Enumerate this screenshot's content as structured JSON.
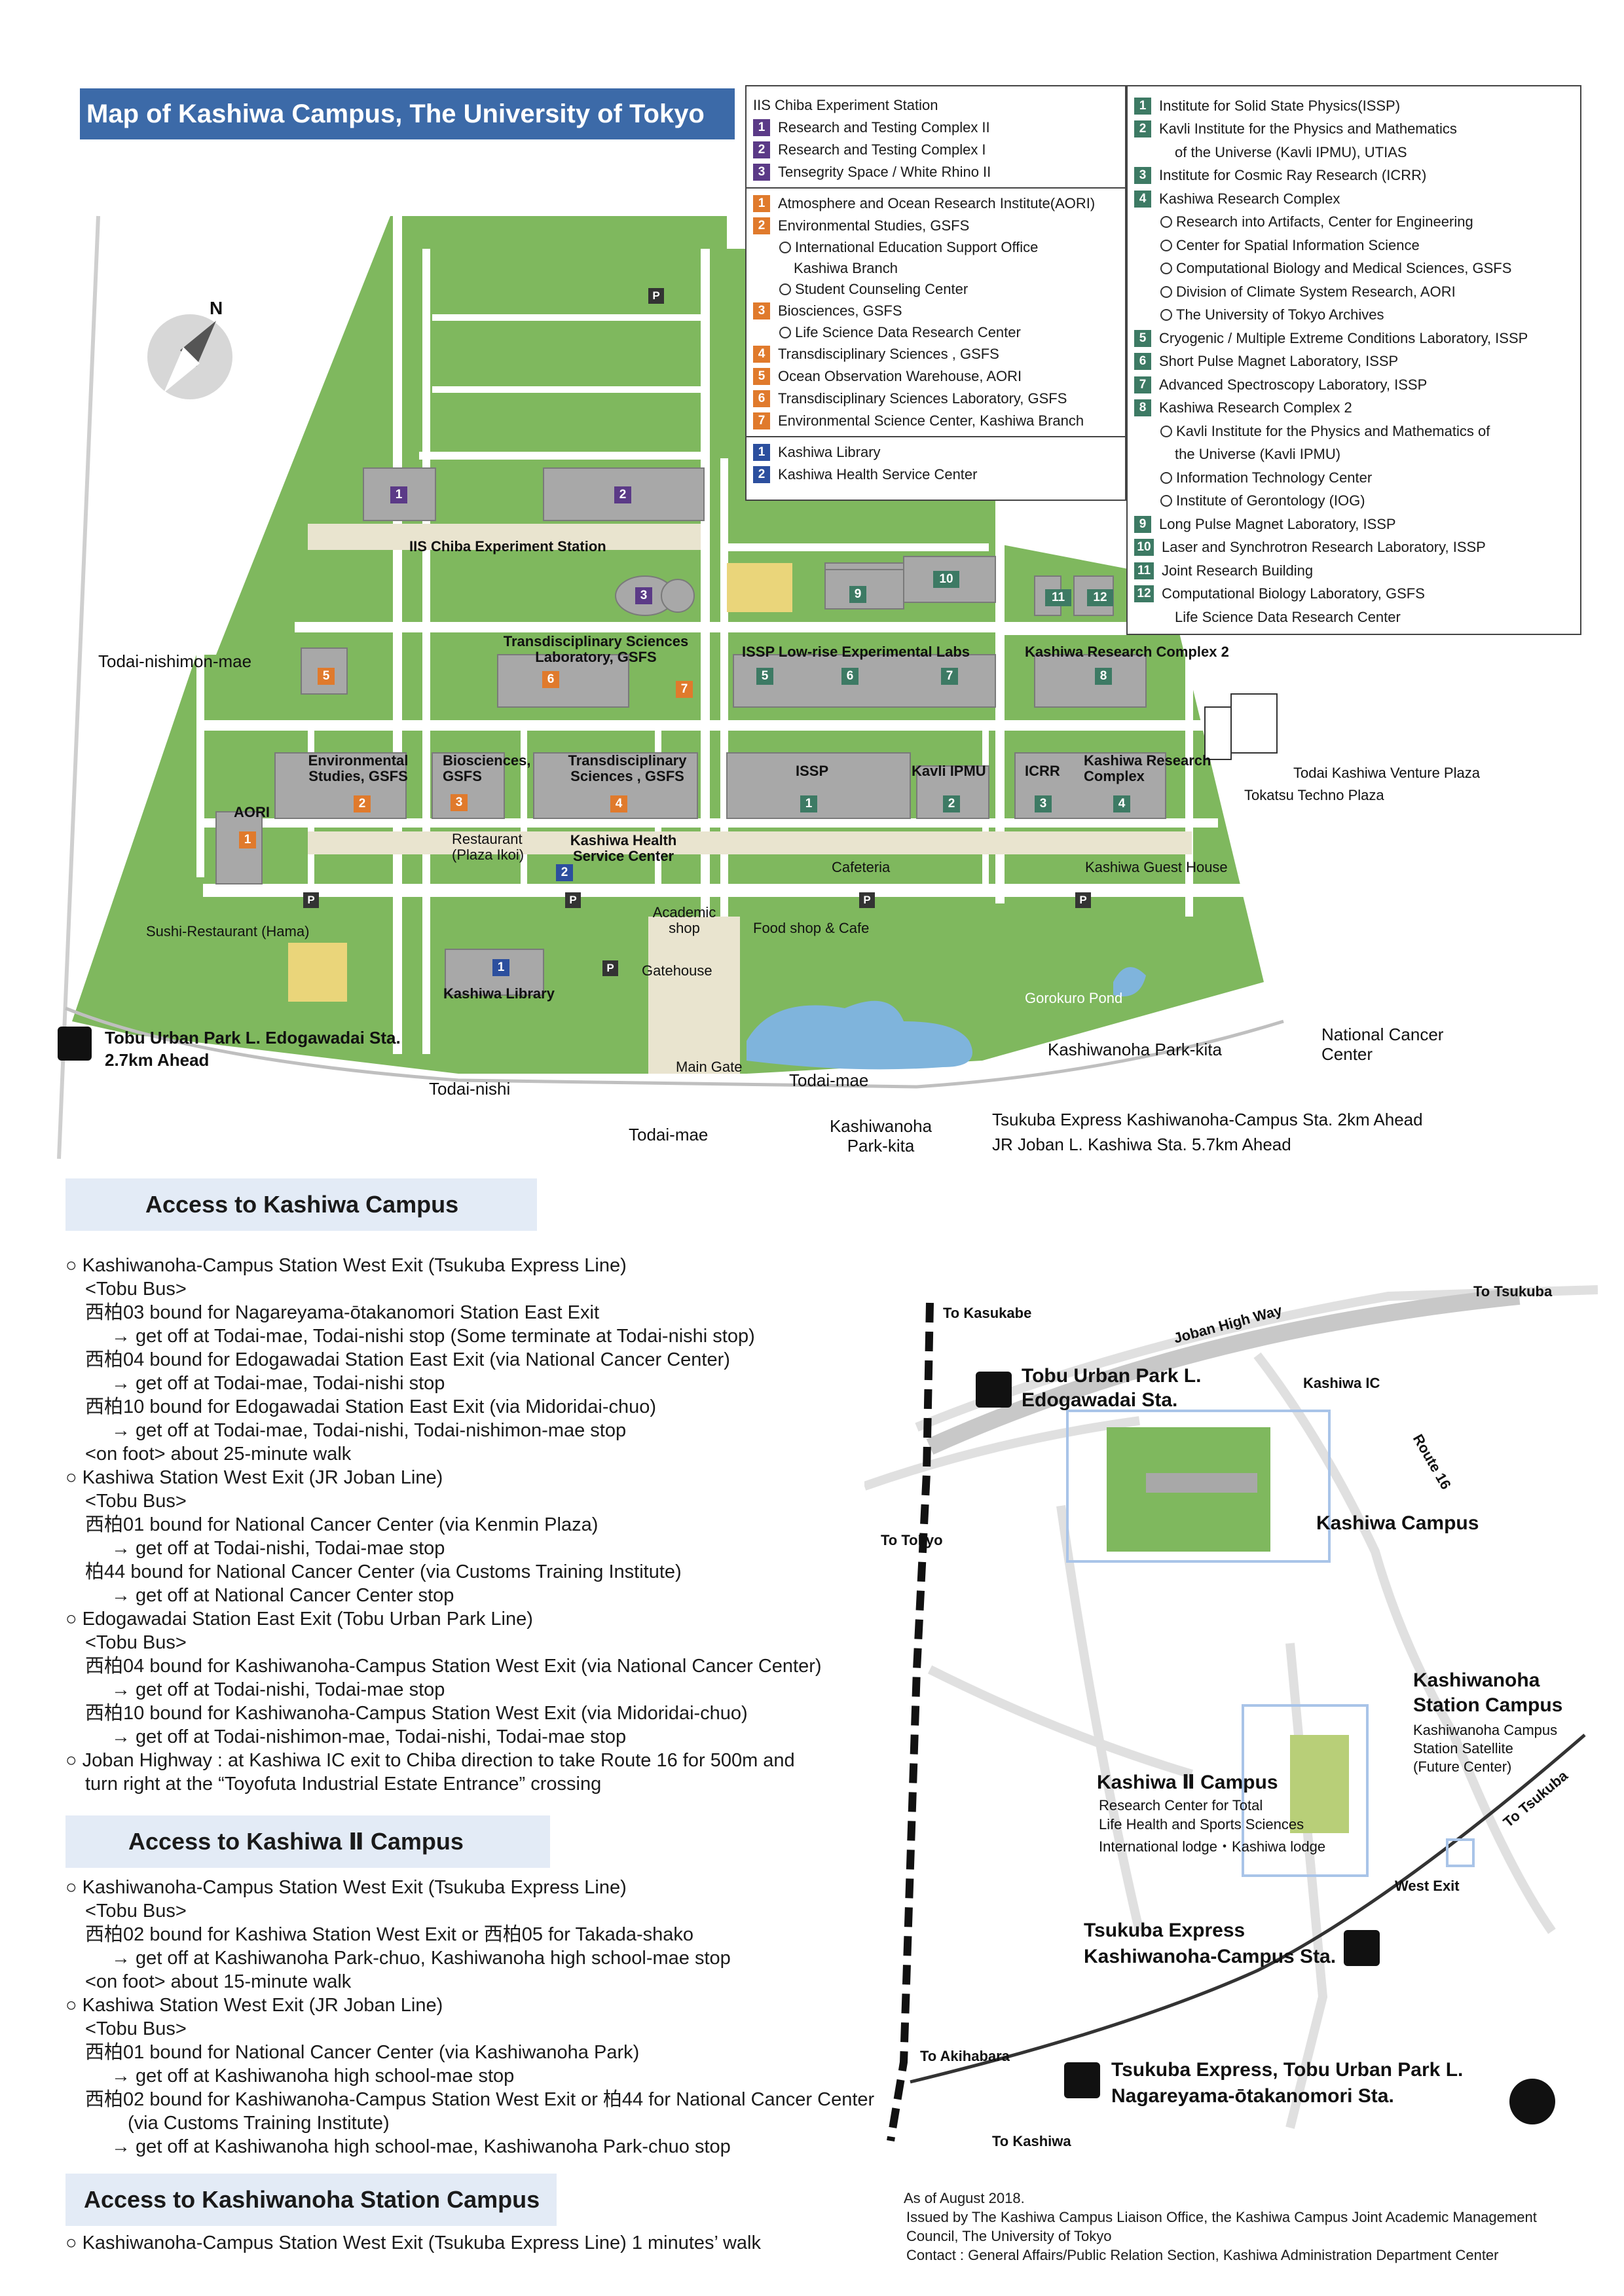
{
  "title": "Map of Kashiwa Campus, The University of Tokyo",
  "colors": {
    "grass": "#7fb85e",
    "road": "#ffffff",
    "building": "#a8a8a8",
    "purple": "#5b3a87",
    "orange": "#e07a2c",
    "green": "#3d7a64",
    "blue": "#2c4f9e",
    "water": "#7fb4dc"
  },
  "legend_left": {
    "header": "IIS Chiba Experiment Station",
    "iis": [
      {
        "n": "1",
        "label": "Research and Testing Complex II"
      },
      {
        "n": "2",
        "label": "Research and Testing Complex I"
      },
      {
        "n": "3",
        "label": "Tensegrity Space / White Rhino II"
      }
    ],
    "gsfs": [
      {
        "n": "1",
        "label": "Atmosphere and Ocean Research Institute(AORI)"
      },
      {
        "n": "2",
        "label": "Environmental Studies, GSFS"
      },
      {
        "sub": "International Education Support Office"
      },
      {
        "plain": "Kashiwa Branch"
      },
      {
        "sub": "Student Counseling Center"
      },
      {
        "n": "3",
        "label": "Biosciences, GSFS"
      },
      {
        "sub": "Life Science Data Research Center"
      },
      {
        "n": "4",
        "label": "Transdisciplinary Sciences , GSFS"
      },
      {
        "n": "5",
        "label": "Ocean Observation Warehouse, AORI"
      },
      {
        "n": "6",
        "label": "Transdisciplinary Sciences Laboratory, GSFS"
      },
      {
        "n": "7",
        "label": "Environmental Science Center, Kashiwa Branch"
      }
    ],
    "library": [
      {
        "n": "1",
        "label": "Kashiwa Library"
      },
      {
        "n": "2",
        "label": "Kashiwa Health Service Center"
      }
    ]
  },
  "legend_right": [
    {
      "n": "1",
      "label": "Institute for Solid State Physics(ISSP)"
    },
    {
      "n": "2",
      "label": "Kavli Institute for the Physics and Mathematics"
    },
    {
      "plain": "of the Universe (Kavli IPMU), UTIAS"
    },
    {
      "n": "3",
      "label": "Institute for Cosmic Ray Research (ICRR)"
    },
    {
      "n": "4",
      "label": "Kashiwa Research Complex"
    },
    {
      "sub": "Research into Artifacts, Center for Engineering"
    },
    {
      "sub": "Center for Spatial Information Science"
    },
    {
      "sub": "Computational Biology and Medical Sciences, GSFS"
    },
    {
      "sub": "Division of Climate System Research, AORI"
    },
    {
      "sub": "The University of Tokyo Archives"
    },
    {
      "n": "5",
      "label": "Cryogenic / Multiple Extreme Conditions Laboratory, ISSP"
    },
    {
      "n": "6",
      "label": "Short Pulse Magnet Laboratory, ISSP"
    },
    {
      "n": "7",
      "label": "Advanced Spectroscopy Laboratory, ISSP"
    },
    {
      "n": "8",
      "label": "Kashiwa Research Complex 2"
    },
    {
      "sub": "Kavli Institute for the Physics and Mathematics of"
    },
    {
      "plain": "the Universe (Kavli IPMU)"
    },
    {
      "sub": "Information Technology Center"
    },
    {
      "sub": "Institute of Gerontology (IOG)"
    },
    {
      "n": "9",
      "label": "Long Pulse Magnet Laboratory, ISSP"
    },
    {
      "n": "10",
      "label": "Laser and Synchrotron Research Laboratory, ISSP"
    },
    {
      "n": "11",
      "label": "Joint Research Building"
    },
    {
      "n": "12",
      "label": "Computational Biology Laboratory, GSFS"
    },
    {
      "plain": "Life Science Data Research Center"
    }
  ],
  "map": {
    "iis_label": "IIS Chiba Experiment Station",
    "tsl_label": "Transdisciplinary Sciences Laboratory, GSFS",
    "issp_low": "ISSP Low-rise Experimental Labs",
    "krc2": "Kashiwa Research Complex 2",
    "env": "Environmental Studies, GSFS",
    "bio": "Biosciences, GSFS",
    "trans": "Transdisciplinary Sciences , GSFS",
    "issp": "ISSP",
    "kavli": "Kavli IPMU",
    "icrr": "ICRR",
    "krc": "Kashiwa Research Complex",
    "aori": "AORI",
    "restaurant": "Restaurant (Plaza Ikoi)",
    "health": "Kashiwa Health Service Center",
    "cafeteria": "Cafeteria",
    "guesthouse": "Kashiwa Guest House",
    "sushi": "Sushi-Restaurant (Hama)",
    "academic": "Academic shop",
    "foodshop": "Food shop & Cafe",
    "library": "Kashiwa Library",
    "gatehouse": "Gatehouse",
    "pond": "Gorokuro Pond",
    "maingate": "Main Gate",
    "venture": "Todai Kashiwa Venture Plaza",
    "tokatsu": "Tokatsu Techno Plaza",
    "nishimon": "Todai-nishimon-mae",
    "nishi": "Todai-nishi",
    "todaimae": "Todai-mae",
    "todaimae2": "Todai-mae",
    "parkkita1": "Kashiwanoha Park-kita",
    "parkkita2": "Kashiwanoha Park-kita",
    "cancer": "National Cancer Center",
    "edogawadai": "Tobu Urban Park L. Edogawadai Sta.",
    "edogawadai_dist": "2.7km Ahead",
    "tx": "Tsukuba Express Kashiwanoha-Campus Sta. 2km Ahead",
    "jr": "JR Joban L. Kashiwa Sta. 5.7km Ahead",
    "north": "N",
    "parking": "P"
  },
  "access_kashiwa": {
    "heading": "Access to Kashiwa Campus",
    "lines": [
      {
        "t": "○ Kashiwanoha-Campus Station West Exit (Tsukuba Express Line)",
        "i": 0
      },
      {
        "t": "<Tobu Bus>",
        "i": 1
      },
      {
        "t": "西柏03 bound for Nagareyama-ōtakanomori Station East Exit",
        "i": 1
      },
      {
        "t": "→ get off at Todai-mae, Todai-nishi stop (Some terminate at Todai-nishi stop)",
        "i": 2
      },
      {
        "t": "西柏04 bound for Edogawadai Station East Exit (via National Cancer Center)",
        "i": 1
      },
      {
        "t": "→ get off at Todai-mae, Todai-nishi stop",
        "i": 2
      },
      {
        "t": "西柏10 bound for Edogawadai Station East Exit (via Midoridai-chuo)",
        "i": 1
      },
      {
        "t": "→ get off at Todai-mae, Todai-nishi, Todai-nishimon-mae stop",
        "i": 2
      },
      {
        "t": "<on foot> about 25-minute walk",
        "i": 1
      },
      {
        "t": "○ Kashiwa Station West Exit (JR Joban Line)",
        "i": 0
      },
      {
        "t": "<Tobu Bus>",
        "i": 1
      },
      {
        "t": "西柏01 bound for National Cancer Center (via Kenmin Plaza)",
        "i": 1
      },
      {
        "t": "→ get off at Todai-nishi, Todai-mae stop",
        "i": 2
      },
      {
        "t": "柏44 bound for National Cancer Center (via Customs Training Institute)",
        "i": 1
      },
      {
        "t": "→ get off at National Cancer Center stop",
        "i": 2
      },
      {
        "t": "○ Edogawadai Station East Exit (Tobu Urban Park Line)",
        "i": 0
      },
      {
        "t": "<Tobu Bus>",
        "i": 1
      },
      {
        "t": "西柏04 bound for Kashiwanoha-Campus Station West Exit (via National Cancer Center)",
        "i": 1
      },
      {
        "t": "→ get off at Todai-nishi, Todai-mae stop",
        "i": 2
      },
      {
        "t": "西柏10 bound for Kashiwanoha-Campus Station West Exit (via Midoridai-chuo)",
        "i": 1
      },
      {
        "t": "→ get off at Todai-nishimon-mae, Todai-nishi, Todai-mae stop",
        "i": 2
      },
      {
        "t": "○ Joban Highway : at Kashiwa IC exit to Chiba direction to take Route 16 for 500m and",
        "i": 0
      },
      {
        "t": "turn right at the “Toyofuta Industrial Estate Entrance” crossing",
        "i": 1
      }
    ]
  },
  "access_kashiwa2": {
    "heading": "Access to Kashiwa Ⅱ Campus",
    "lines": [
      {
        "t": "○ Kashiwanoha-Campus Station West Exit (Tsukuba Express Line)",
        "i": 0
      },
      {
        "t": "<Tobu Bus>",
        "i": 1
      },
      {
        "t": "西柏02 bound for Kashiwa Station West Exit or 西柏05 for Takada-shako",
        "i": 1
      },
      {
        "t": "→ get off at Kashiwanoha Park-chuo, Kashiwanoha high school-mae stop",
        "i": 2
      },
      {
        "t": "<on foot> about 15-minute walk",
        "i": 1
      },
      {
        "t": "○ Kashiwa Station West Exit (JR Joban Line)",
        "i": 0
      },
      {
        "t": "<Tobu Bus>",
        "i": 1
      },
      {
        "t": "西柏01 bound for National Cancer Center (via Kashiwanoha Park)",
        "i": 1
      },
      {
        "t": "→ get off at Kashiwanoha high school-mae stop",
        "i": 2
      },
      {
        "t": "西柏02 bound for Kashiwanoha-Campus Station West Exit or 柏44 for National Cancer Center",
        "i": 1
      },
      {
        "t": "(via Customs Training Institute)",
        "i": 3
      },
      {
        "t": "→ get off at Kashiwanoha high school-mae, Kashiwanoha Park-chuo stop",
        "i": 2
      }
    ]
  },
  "access_station": {
    "heading": "Access to Kashiwanoha Station Campus",
    "line": "○ Kashiwanoha-Campus Station West Exit (Tsukuba Express Line) 1 minutes’ walk"
  },
  "area_map": {
    "to_kasukabe": "To Kasukabe",
    "to_tsukuba1": "To Tsukuba",
    "joban": "Joban High Way",
    "kashiwa_ic": "Kashiwa IC",
    "route16": "Route 16",
    "edogawadai1": "Tobu Urban Park L.",
    "edogawadai2": "Edogawadai Sta.",
    "to_tokyo": "To Tokyo",
    "kashiwa_campus": "Kashiwa Campus",
    "station_campus1": "Kashiwanoha",
    "station_campus2": "Station Campus",
    "satellite1": "Kashiwanoha Campus",
    "satellite2": "Station Satellite",
    "satellite3": "(Future Center)",
    "k2": "Kashiwa Ⅱ Campus",
    "k2_l1": "Research Center for Total",
    "k2_l2": "Life Health and Sports Sciences",
    "k2_l3": "International lodge・Kashiwa lodge",
    "to_tsukuba2": "To Tsukuba",
    "west_exit": "West Exit",
    "tx1": "Tsukuba Express",
    "tx2": "Kashiwanoha-Campus Sta.",
    "to_akihabara": "To Akihabara",
    "nag1": "Tsukuba Express, Tobu Urban Park L.",
    "nag2": "Nagareyama-ōtakanomori Sta.",
    "to_kashiwa": "To Kashiwa"
  },
  "footer": [
    "As of August 2018.",
    "Issued by The Kashiwa Campus Liaison Office, the Kashiwa Campus Joint Academic Management",
    "Council,  The University of Tokyo",
    "Contact : General Affairs/Public Relation Section, Kashiwa Administration Department Center"
  ]
}
